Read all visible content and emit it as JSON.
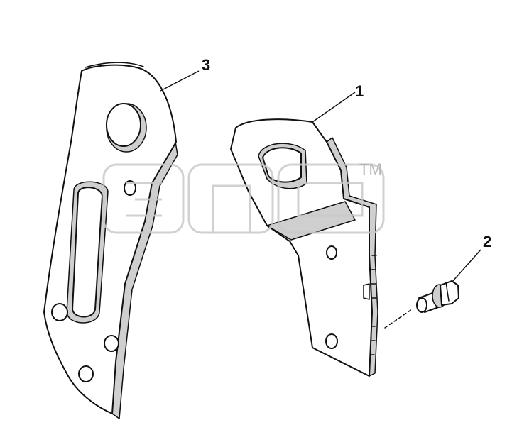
{
  "diagram": {
    "callouts": [
      {
        "id": "1",
        "label": "1"
      },
      {
        "id": "2",
        "label": "2"
      },
      {
        "id": "3",
        "label": "3"
      }
    ],
    "watermark": {
      "mark": "TM"
    }
  }
}
